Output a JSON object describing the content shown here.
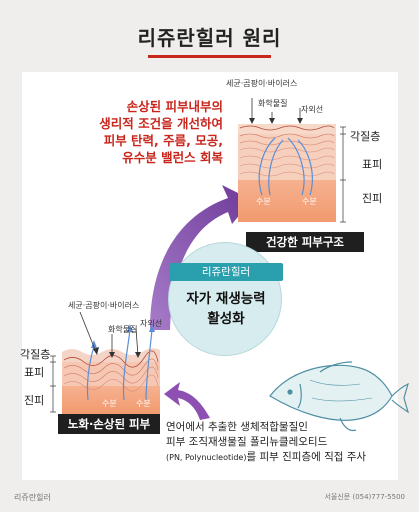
{
  "title": "리쥬란힐러 원리",
  "description_lines": [
    "손상된 피부내부의",
    "생리적 조건을 개선하여",
    "피부 탄력, 주름, 모공,",
    "유수분 밸런스 회복"
  ],
  "healthy": {
    "label_factors": "세균·곰팡이·바이러스",
    "label_chem": "화학물질",
    "label_uv": "자외선",
    "moisture1": "수분",
    "moisture2": "수분",
    "layer_stratum": "각질층",
    "layer_epidermis": "표피",
    "layer_dermis": "진피",
    "badge": "건강한 피부구조"
  },
  "damaged": {
    "label_factors": "세균·곰팡이·바이러스",
    "label_chem": "화학물질",
    "label_uv": "자외선",
    "moisture1": "수분",
    "moisture2": "수분",
    "layer_stratum": "각질층",
    "layer_epidermis": "표피",
    "layer_dermis": "진피",
    "badge": "노화·손상된 피부"
  },
  "center": {
    "tag": "리쥬란힐러",
    "main_line1": "자가 재생능력",
    "main_line2": "활성화"
  },
  "bottom_text": {
    "line1": "연어에서 추출한 생체적합물질인",
    "line2": "피부 조직재생물질 폴리뉴클레오티드",
    "line3_small": "(PN, Polynucleotide)",
    "line3_rest": "를 피부 진피층에 직접 주사"
  },
  "footer": {
    "left": "리쥬란힐러",
    "right": "서울신문 (054)777-5500"
  },
  "colors": {
    "accent_red": "#c8261d",
    "arrow_purple": "#8e4fb3",
    "teal": "#2a9fae",
    "skin_pink": "#f4c5b4",
    "dermis_orange": "#f2a27a"
  }
}
